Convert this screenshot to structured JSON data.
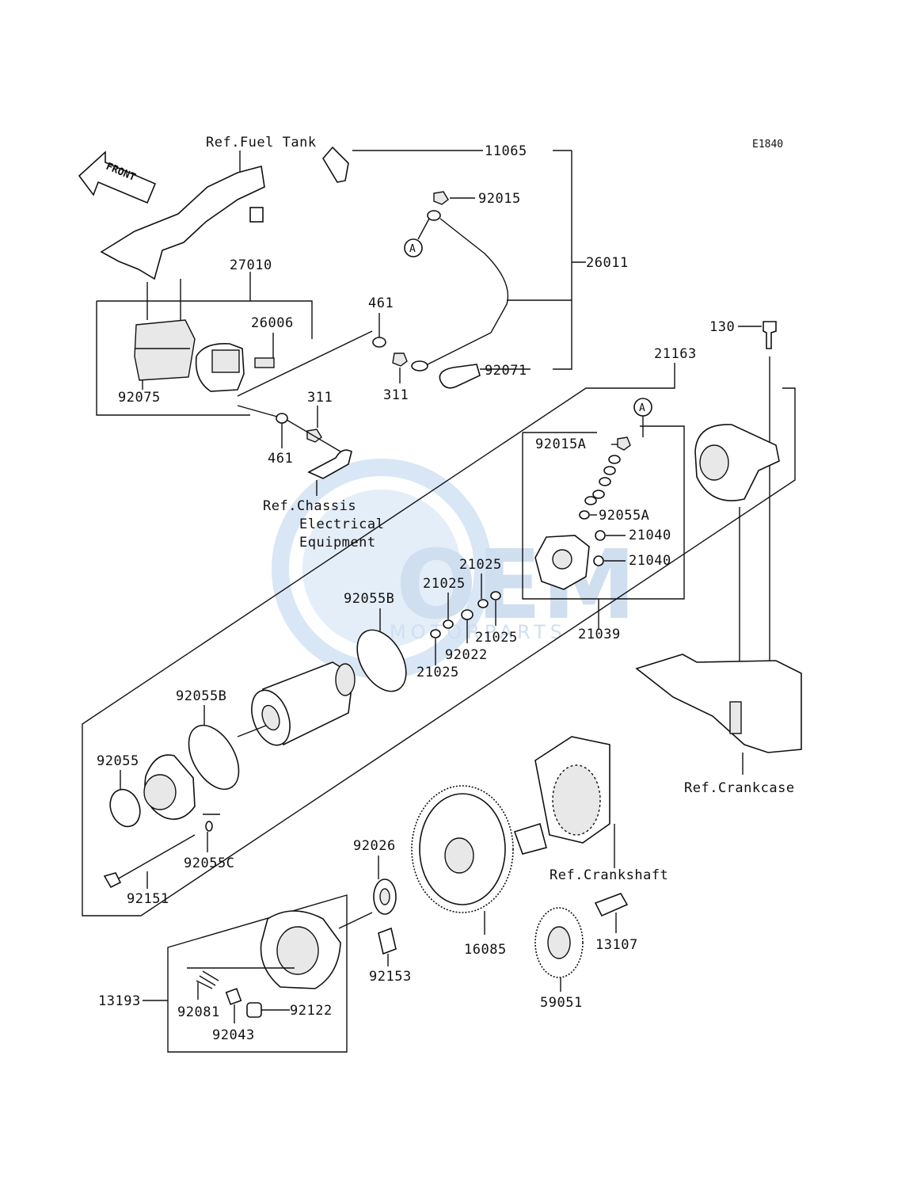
{
  "diagram_code": "E1840",
  "front_badge": "FRONT",
  "callout_a": "A",
  "watermark": {
    "brand": "OEM",
    "sub": "MOTORPARTS"
  },
  "refs": {
    "fuel_tank": "Ref.Fuel Tank",
    "chassis_1": "Ref.Chassis",
    "chassis_2": "Electrical",
    "chassis_3": "Equipment",
    "crankcase": "Ref.Crankcase",
    "crankshaft": "Ref.Crankshaft"
  },
  "parts": {
    "p11065": "11065",
    "p92015": "92015",
    "p26011": "26011",
    "p27010": "27010",
    "p461a": "461",
    "p461b": "461",
    "p26006": "26006",
    "p311a": "311",
    "p311b": "311",
    "p92071": "92071",
    "p92075": "92075",
    "p130": "130",
    "p21163": "21163",
    "p92015A": "92015A",
    "p92055A": "92055A",
    "p21040a": "21040",
    "p21040b": "21040",
    "p21025a": "21025",
    "p21025b": "21025",
    "p21025c": "21025",
    "p21025d": "21025",
    "p92022": "92022",
    "p21039": "21039",
    "p92055Ba": "92055B",
    "p92055Bb": "92055B",
    "p92055": "92055",
    "p92055C": "92055C",
    "p92151": "92151",
    "p92026": "92026",
    "p16085": "16085",
    "p13107": "13107",
    "p59051": "59051",
    "p92153": "92153",
    "p13193": "13193",
    "p92081": "92081",
    "p92043": "92043",
    "p92122": "92122"
  }
}
